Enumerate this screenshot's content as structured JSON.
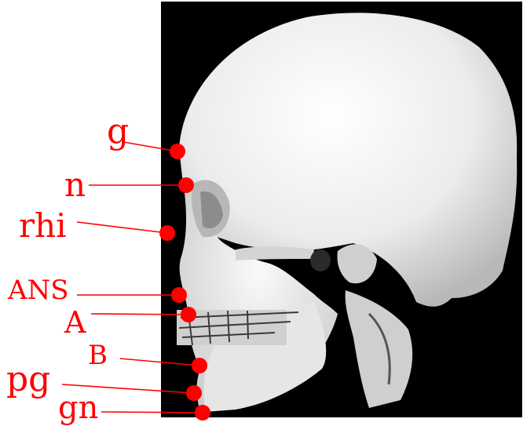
{
  "colors": {
    "landmark": "#ff0000",
    "background": "#000000",
    "bone": "#f2f2f2"
  },
  "landmarks": {
    "g": "g",
    "n": "n",
    "rhi": "rhi",
    "ans": "ANS",
    "a": "A",
    "b": "B",
    "pg": "pg",
    "gn": "gn"
  }
}
